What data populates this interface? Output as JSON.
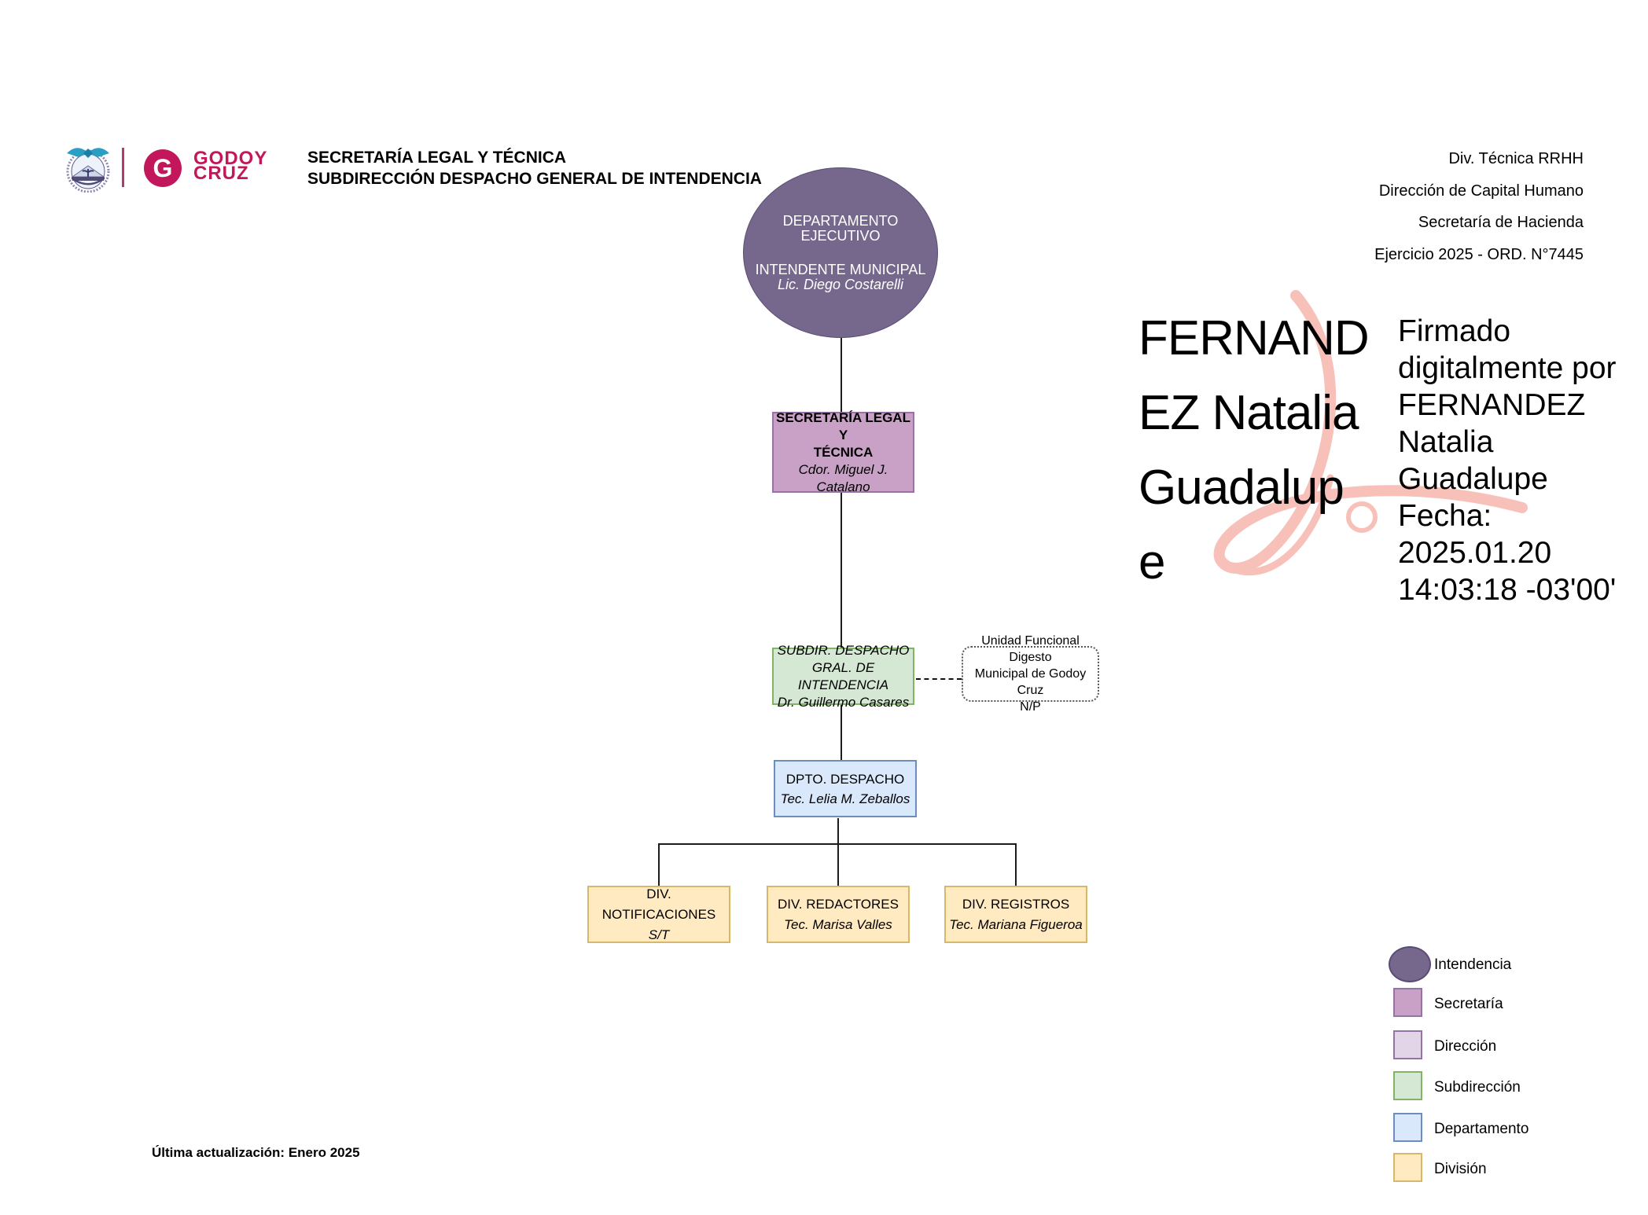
{
  "header": {
    "brand_line1": "GODOY",
    "brand_line2": "CRUZ",
    "title_line1": "SECRETARÍA LEGAL Y TÉCNICA",
    "title_line2": "SUBDIRECCIÓN DESPACHO GENERAL DE INTENDENCIA",
    "right_lines": [
      "Div. Técnica RRHH",
      "Dirección de Capital Humano",
      "Secretaría de Hacienda",
      "Ejercicio 2025 - ORD. N°7445"
    ]
  },
  "signature": {
    "name_lines": [
      "FERNAND",
      "EZ Natalia",
      "Guadalup",
      "e"
    ],
    "detail_lines": [
      "Firmado",
      "digitalmente por",
      "FERNANDEZ",
      "Natalia",
      "Guadalupe",
      "Fecha: 2025.01.20",
      "14:03:18 -03'00'"
    ]
  },
  "chart": {
    "root": {
      "line1": "DEPARTAMENTO",
      "line2": "EJECUTIVO",
      "line3": "INTENDENTE MUNICIPAL",
      "line4": "Lic. Diego Costarelli"
    },
    "secretaria": {
      "line1": "SECRETARÍA LEGAL Y",
      "line2": "TÉCNICA",
      "person": "Cdor. Miguel J. Catalano"
    },
    "subdireccion": {
      "line1": "SUBDIR. DESPACHO",
      "line2": "GRAL. DE INTENDENCIA",
      "person": "Dr. Guillermo Casares"
    },
    "unidad_funcional": {
      "line1": "Unidad Funcional Digesto",
      "line2": "Municipal de Godoy Cruz",
      "line3": "N/P"
    },
    "departamento": {
      "title": "DPTO. DESPACHO",
      "person": "Tec. Lelia M. Zeballos"
    },
    "divisiones": [
      {
        "title": "DIV. NOTIFICACIONES",
        "person": "S/T"
      },
      {
        "title": "DIV. REDACTORES",
        "person": "Tec. Marisa Valles"
      },
      {
        "title": "DIV.  REGISTROS",
        "person": "Tec. Mariana Figueroa"
      }
    ]
  },
  "legend": {
    "items": [
      {
        "label": "Intendencia"
      },
      {
        "label": "Secretaría"
      },
      {
        "label": "Dirección"
      },
      {
        "label": "Subdirección"
      },
      {
        "label": "Departamento"
      },
      {
        "label": "División"
      }
    ]
  },
  "footer": {
    "last_update": "Última actualización: Enero 2025"
  },
  "colors": {
    "brand": "#c2185b",
    "intendencia_fill": "#76688c",
    "intendencia_border": "#5a4c75",
    "secretaria_fill": "#c9a1c6",
    "secretaria_border": "#9673a6",
    "direccion_fill": "#e1d5e7",
    "direccion_border": "#9673a6",
    "subdireccion_fill": "#d5e8d4",
    "subdireccion_border": "#82b366",
    "departamento_fill": "#dae8fc",
    "departamento_border": "#6c8ebf",
    "division_fill": "#ffeac2",
    "division_border": "#d8b868",
    "signature_flourish": "#f7c0b8"
  }
}
